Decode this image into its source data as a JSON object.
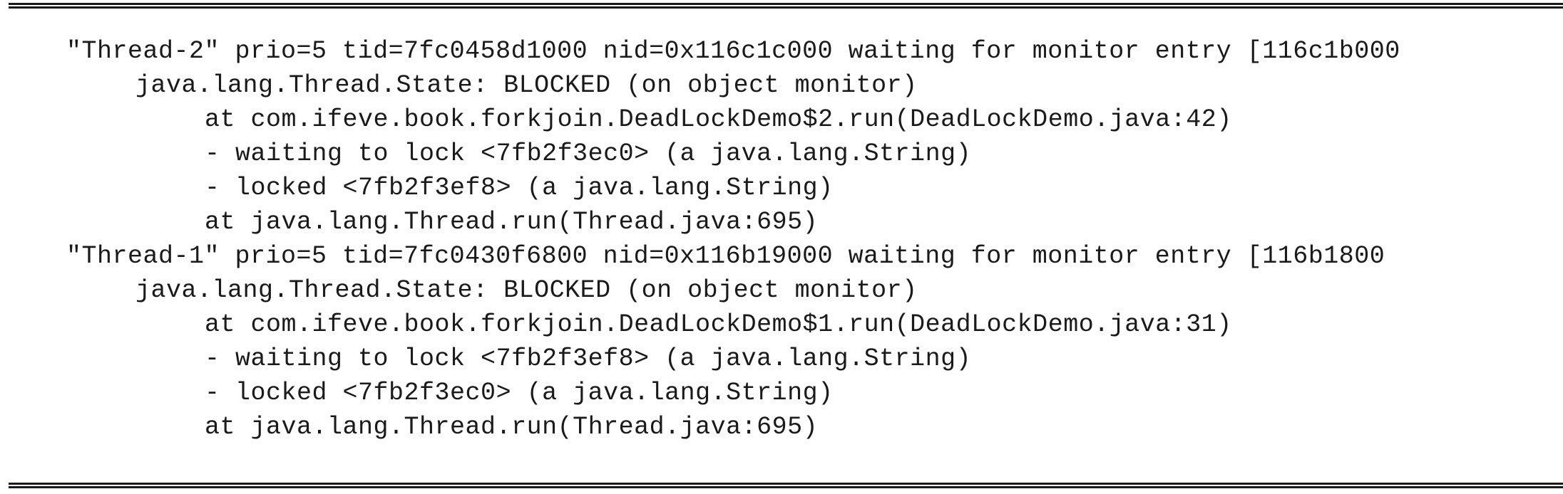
{
  "code_lines": [
    "\"Thread-2\" prio=5 tid=7fc0458d1000 nid=0x116c1c000 waiting for monitor entry [116c1b000",
    "java.lang.Thread.State: BLOCKED (on object monitor)",
    "at com.ifeve.book.forkjoin.DeadLockDemo$2.run(DeadLockDemo.java:42)",
    "- waiting to lock <7fb2f3ec0> (a java.lang.String)",
    "- locked <7fb2f3ef8> (a java.lang.String)",
    "at java.lang.Thread.run(Thread.java:695)",
    "\"Thread-1\" prio=5 tid=7fc0430f6800 nid=0x116b19000 waiting for monitor entry [116b1800",
    "java.lang.Thread.State: BLOCKED (on object monitor)",
    "at com.ifeve.book.forkjoin.DeadLockDemo$1.run(DeadLockDemo.java:31)",
    "- waiting to lock <7fb2f3ef8> (a java.lang.String)",
    "- locked <7fb2f3ec0> (a java.lang.String)",
    "at java.lang.Thread.run(Thread.java:695)"
  ]
}
